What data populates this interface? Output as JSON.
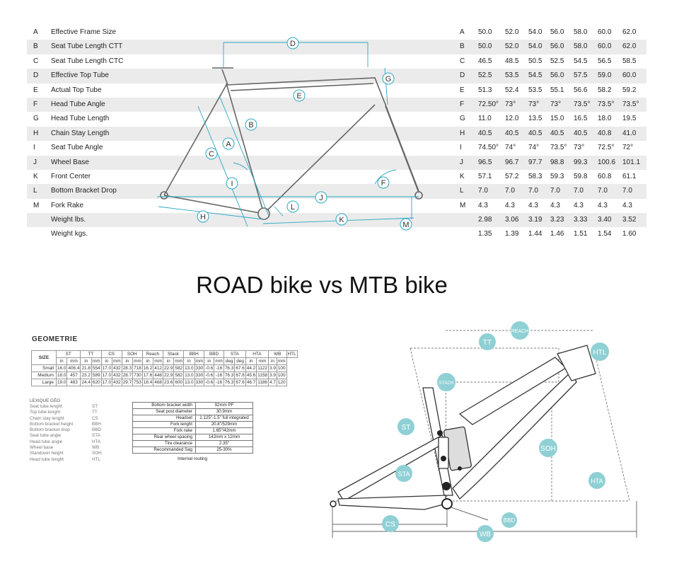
{
  "road": {
    "rows": [
      {
        "letter": "A",
        "label": "Effective Frame Size",
        "values": [
          "50.0",
          "52.0",
          "54.0",
          "56.0",
          "58.0",
          "60.0",
          "62.0"
        ]
      },
      {
        "letter": "B",
        "label": "Seat Tube Length CTT",
        "values": [
          "50.0",
          "52.0",
          "54.0",
          "56.0",
          "58.0",
          "60.0",
          "62.0"
        ]
      },
      {
        "letter": "C",
        "label": "Seat Tube Length CTC",
        "values": [
          "46.5",
          "48.5",
          "50.5",
          "52.5",
          "54.5",
          "56.5",
          "58.5"
        ]
      },
      {
        "letter": "D",
        "label": "Effective Top Tube",
        "values": [
          "52.5",
          "53.5",
          "54.5",
          "56.0",
          "57.5",
          "59.0",
          "60.0"
        ]
      },
      {
        "letter": "E",
        "label": "Actual Top Tube",
        "values": [
          "51.3",
          "52.4",
          "53.5",
          "55.1",
          "56.6",
          "58.2",
          "59.2"
        ]
      },
      {
        "letter": "F",
        "label": "Head Tube Angle",
        "values": [
          "72.50°",
          "73°",
          "73°",
          "73°",
          "73.5°",
          "73.5°",
          "73.5°"
        ]
      },
      {
        "letter": "G",
        "label": "Head Tube Length",
        "values": [
          "11.0",
          "12.0",
          "13.5",
          "15.0",
          "16.5",
          "18.0",
          "19.5"
        ]
      },
      {
        "letter": "H",
        "label": "Chain Stay Length",
        "values": [
          "40.5",
          "40.5",
          "40.5",
          "40.5",
          "40.5",
          "40.8",
          "41.0"
        ]
      },
      {
        "letter": "I",
        "label": "Seat Tube Angle",
        "values": [
          "74.50°",
          "74°",
          "74°",
          "73.5°",
          "73°",
          "72.5°",
          "72°"
        ]
      },
      {
        "letter": "J",
        "label": "Wheel Base",
        "values": [
          "96.5",
          "96.7",
          "97.7",
          "98.8",
          "99.3",
          "100.6",
          "101.1"
        ]
      },
      {
        "letter": "K",
        "label": "Front Center",
        "values": [
          "57.1",
          "57.2",
          "58.3",
          "59.3",
          "59.8",
          "60.8",
          "61.1"
        ]
      },
      {
        "letter": "L",
        "label": "Bottom Bracket Drop",
        "values": [
          "7.0",
          "7.0",
          "7.0",
          "7.0",
          "7.0",
          "7.0",
          "7.0"
        ]
      },
      {
        "letter": "M",
        "label": "Fork Rake",
        "values": [
          "4.3",
          "4.3",
          "4.3",
          "4.3",
          "4.3",
          "4.3",
          "4.3"
        ]
      },
      {
        "letter": "",
        "label": "Weight lbs.",
        "values": [
          "2.98",
          "3.06",
          "3.19",
          "3.23",
          "3.33",
          "3.40",
          "3.52"
        ]
      },
      {
        "letter": "",
        "label": "Weight kgs.",
        "values": [
          "1.35",
          "1.39",
          "1.44",
          "1.46",
          "1.51",
          "1.54",
          "1.60"
        ]
      }
    ],
    "diagram_letters": [
      "D",
      "G",
      "E",
      "B",
      "A",
      "C",
      "I",
      "L",
      "J",
      "F",
      "H",
      "K",
      "M"
    ]
  },
  "headline": "ROAD bike vs MTB bike",
  "mtb": {
    "title": "GEOMETRIE",
    "size_header": "SIZE",
    "groups": [
      "ST",
      "TT",
      "CS",
      "SOH",
      "Reach",
      "Stack",
      "BBH",
      "BBD",
      "STA",
      "HTA",
      "WB",
      "HTL"
    ],
    "units": [
      "in",
      "mm",
      "in",
      "mm",
      "in",
      "mm",
      "in",
      "mm",
      "in",
      "mm",
      "in",
      "mm",
      "in",
      "mm",
      "in",
      "mm",
      "deg",
      "deg",
      "in",
      "mm",
      "in",
      "mm"
    ],
    "rows": [
      {
        "size": "Small",
        "values": [
          "16.0",
          "406.4",
          "21.8",
          "554",
          "17.0",
          "432",
          "28.3",
          "718",
          "16.2",
          "412",
          "22.9",
          "582",
          "13.0",
          "330",
          "-0.6",
          "-16",
          "76.3",
          "67.6",
          "44.2",
          "1122",
          "3.9",
          "100"
        ]
      },
      {
        "size": "Medium",
        "values": [
          "18.0",
          "457",
          "23.2",
          "589",
          "17.0",
          "432",
          "28.7",
          "730",
          "17.6",
          "448",
          "22.9",
          "582",
          "13.0",
          "330",
          "-0.6",
          "-16",
          "76.3",
          "67.6",
          "45.6",
          "1158",
          "3.9",
          "100"
        ]
      },
      {
        "size": "Large",
        "values": [
          "19.0",
          "483",
          "24.4",
          "620",
          "17.0",
          "432",
          "29.7",
          "753",
          "18.4",
          "468",
          "23.6",
          "600",
          "13.0",
          "330",
          "-0.6",
          "-16",
          "76.3",
          "67.6",
          "46.7",
          "1186",
          "4.7",
          "120"
        ]
      }
    ],
    "lexique_title": "LEXIQUE GÉO",
    "lexique": [
      {
        "name": "Seat tube lenght",
        "abbr": "ST"
      },
      {
        "name": "Top tube lenght",
        "abbr": "TT"
      },
      {
        "name": "Chain stay lenght",
        "abbr": "CS"
      },
      {
        "name": "Bottom bracket height",
        "abbr": "BBH"
      },
      {
        "name": "Bottom bracket drop",
        "abbr": "BBD"
      },
      {
        "name": "Seat tube angle",
        "abbr": "STA"
      },
      {
        "name": "Head tube angle",
        "abbr": "HTA"
      },
      {
        "name": "Wheel base",
        "abbr": "WB"
      },
      {
        "name": "Standover height",
        "abbr": "SOH"
      },
      {
        "name": "Head tube lenght",
        "abbr": "HTL"
      }
    ],
    "specs": [
      {
        "k": "Bottom bracket width",
        "v": "92mm PF"
      },
      {
        "k": "Seat post diameter",
        "v": "30.9mm"
      },
      {
        "k": "Headset",
        "v": "1.125\"-1.5\" full integrated"
      },
      {
        "k": "Fork lenght",
        "v": "20.8\"/529mm"
      },
      {
        "k": "Fork rake",
        "v": "1.65\"/42mm"
      },
      {
        "k": "Rear wheel spacing",
        "v": "142mm x 12mm"
      },
      {
        "k": "Tire clearance",
        "v": "2.35\""
      },
      {
        "k": "Recommanded Sag",
        "v": "25-30%"
      }
    ],
    "spec_footer": "Internal routing",
    "diagram_labels": {
      "reach": "REACH",
      "tt": "TT",
      "htl": "HTL",
      "stack": "STACK",
      "st": "ST",
      "soh": "SOH",
      "sta": "STA",
      "hta": "HTA",
      "cs": "CS",
      "bbd": "BBD",
      "wb": "WB"
    },
    "bubble_color": "#8fd0d5",
    "cyan": "#2aa8c4"
  }
}
